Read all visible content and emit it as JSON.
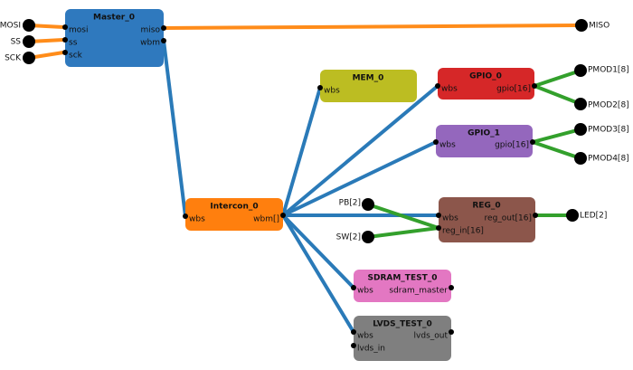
{
  "colors": {
    "master_block": "#2f79be",
    "mem_block": "#bcbd22",
    "gpio0_block": "#d62728",
    "gpio1_block": "#9467bd",
    "reg_block": "#8c564b",
    "intercon_block": "#ff7f0e",
    "sdram_block": "#e377c2",
    "lvds_block": "#7f7f7f",
    "bus_wire": "#2a7ab8",
    "spi_wire": "#ff8c1a",
    "io_wire": "#33a02c",
    "pin": "#000000"
  },
  "blocks": {
    "master": {
      "title": "Master_0",
      "ports": {
        "mosi": "mosi",
        "ss": "ss",
        "sck": "sck",
        "miso": "miso",
        "wbm": "wbm"
      }
    },
    "mem": {
      "title": "MEM_0",
      "ports": {
        "wbs": "wbs"
      }
    },
    "gpio0": {
      "title": "GPIO_0",
      "ports": {
        "wbs": "wbs",
        "gpio": "gpio[16]"
      }
    },
    "gpio1": {
      "title": "GPIO_1",
      "ports": {
        "wbs": "wbs",
        "gpio": "gpio[16]"
      }
    },
    "intercon": {
      "title": "Intercon_0",
      "ports": {
        "wbs": "wbs",
        "wbm": "wbm[]"
      }
    },
    "reg": {
      "title": "REG_0",
      "ports": {
        "wbs": "wbs",
        "reg_out": "reg_out[16]",
        "reg_in": "reg_in[16]"
      }
    },
    "sdram": {
      "title": "SDRAM_TEST_0",
      "ports": {
        "wbs": "wbs",
        "sdram_master": "sdram_master"
      }
    },
    "lvds": {
      "title": "LVDS_TEST_0",
      "ports": {
        "wbs": "wbs",
        "lvds_out": "lvds_out",
        "lvds_in": "lvds_in"
      }
    }
  },
  "external_pins": {
    "mosi": "MOSI",
    "ss": "SS",
    "sck": "SCK",
    "miso": "MISO",
    "pmod1": "PMOD1[8]",
    "pmod2": "PMOD2[8]",
    "pmod3": "PMOD3[8]",
    "pmod4": "PMOD4[8]",
    "led": "LED[2]",
    "pb": "PB[2]",
    "sw": "SW[2]"
  }
}
